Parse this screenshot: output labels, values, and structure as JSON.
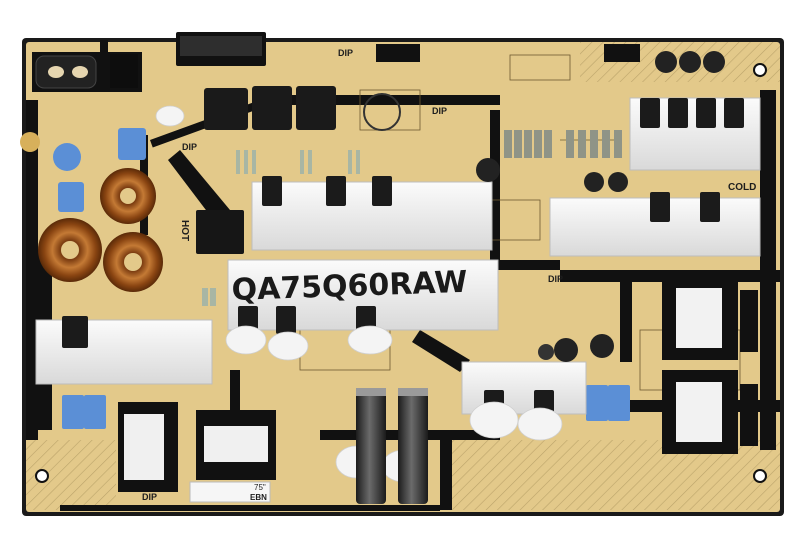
{
  "board": {
    "handwritten_label": "QA75Q60RAW",
    "silk_labels": {
      "dip_a": "DIP",
      "dip_b": "DIP",
      "dip_c": "DIP",
      "dip_d": "DIP",
      "dip_e": "DIP",
      "hot": "HOT",
      "cold": "COLD",
      "size_75": "75\"",
      "ebn": "EBN"
    },
    "colors": {
      "pcb": "#e3c98a",
      "trace": "#111111",
      "heatsink": "#eeeeee",
      "capacitor_blue": "#5b8fd6",
      "cap_black": "#2b2b2b",
      "inductor_copper": "#b5651d",
      "tape_white": "#f4f4f4"
    }
  }
}
